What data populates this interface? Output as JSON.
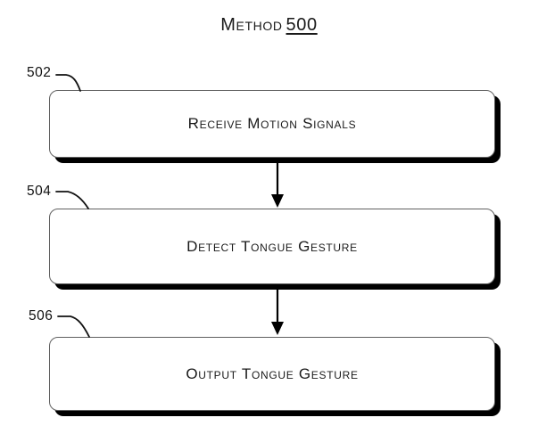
{
  "figure": {
    "title": {
      "label": "Method",
      "number": "500"
    },
    "boxes": [
      {
        "ref": "502",
        "label": "Receive Motion Signals"
      },
      {
        "ref": "504",
        "label": "Detect Tongue Gesture"
      },
      {
        "ref": "506",
        "label": "Output Tongue Gesture"
      }
    ],
    "connectors": [
      {
        "from": "502",
        "to": "504",
        "type": "arrow-down"
      },
      {
        "from": "504",
        "to": "506",
        "type": "arrow-down"
      }
    ],
    "colors": {
      "background": "#ffffff",
      "line": "#000000",
      "box_border": "#606060",
      "box_fill": "#ffffff",
      "shadow": "#000000",
      "text": "#1a1a1a"
    }
  }
}
